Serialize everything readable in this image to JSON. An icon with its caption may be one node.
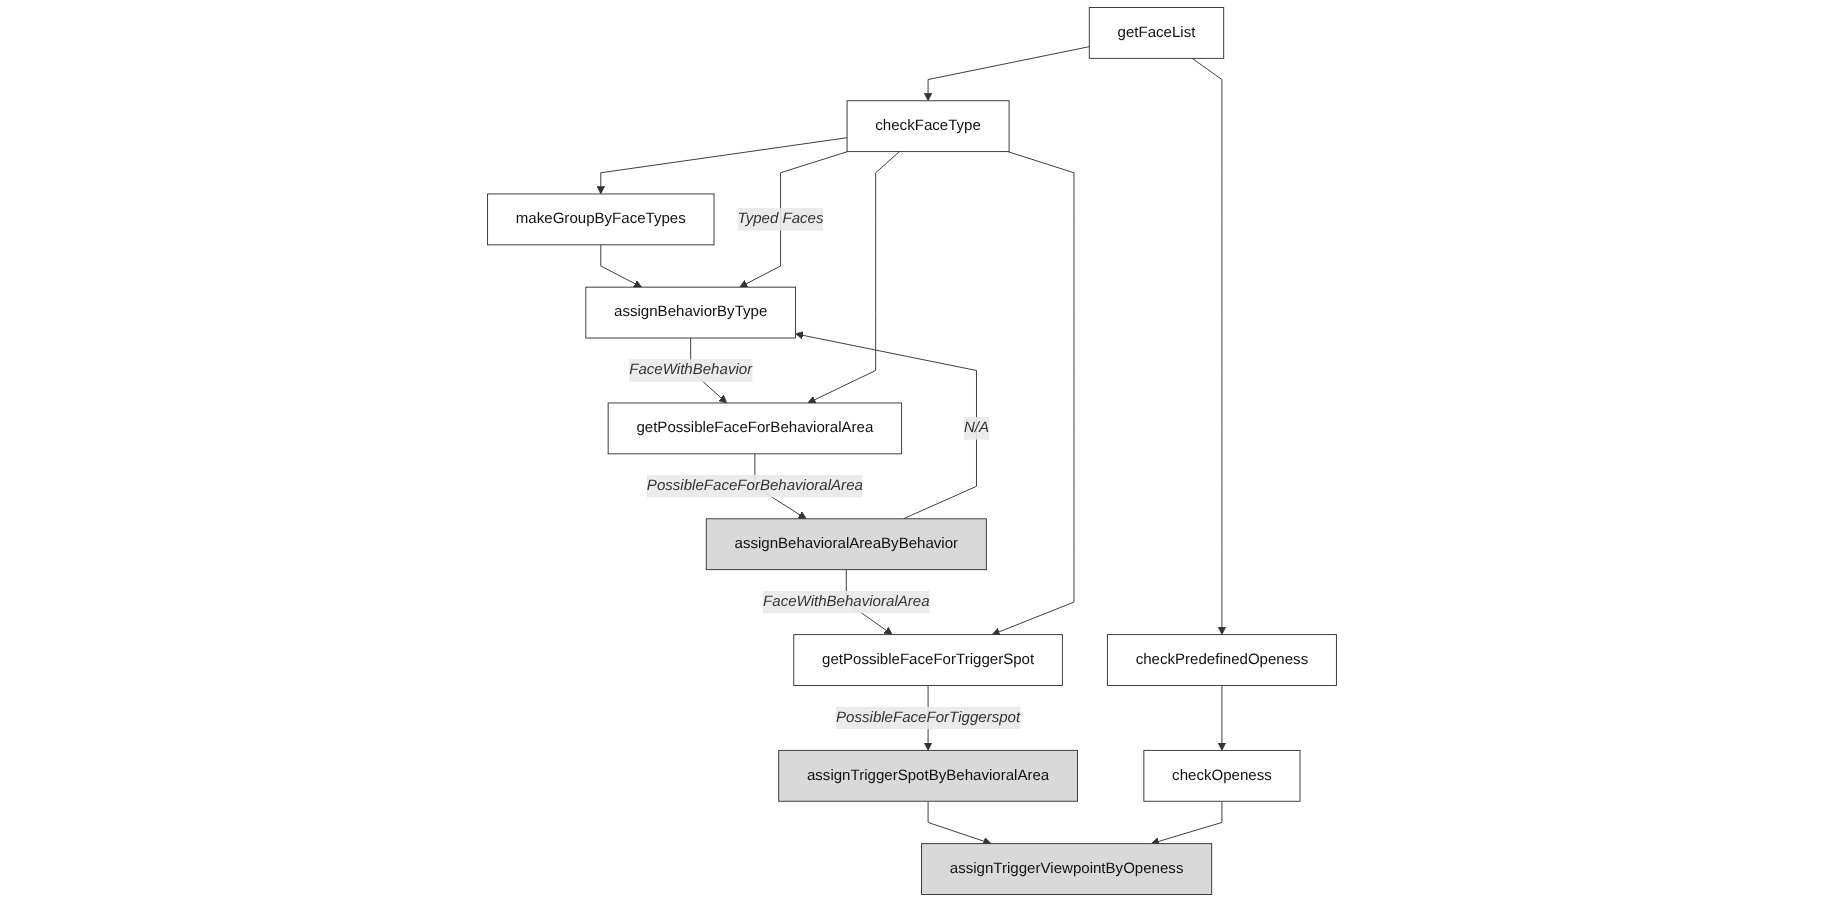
{
  "diagram": {
    "nodes": [
      {
        "text": [
          "getFaceList"
        ]
      },
      {
        "text": [
          "makeGroupByFaceTypes"
        ]
      },
      {
        "text": [
          "checkFaceType"
        ]
      },
      {
        "text": [
          "assignBehaviorByType"
        ]
      },
      {
        "text": [
          "getPossibleFaceForBehavioralArea"
        ]
      },
      {
        "text": [
          "assignBehavioralAreaByBehavior"
        ]
      },
      {
        "text": [
          "getPossibleFaceForTriggerSpot"
        ]
      },
      {
        "text": [
          "assignTriggerSpotByBehavioralArea"
        ]
      },
      {
        "text": [
          "checkPredefinedOpeness"
        ]
      },
      {
        "text": [
          "checkOpeness"
        ]
      },
      {
        "text": [
          "assignTriggerViewpointByOpeness"
        ]
      }
    ],
    "edges": [
      {
        "from": 0,
        "to": 2,
        "arrow": "to"
      },
      {
        "from": 0,
        "to": 8,
        "arrow": "to"
      },
      {
        "from": 2,
        "to": 1,
        "arrow": "to"
      },
      {
        "from": 1,
        "to": 3,
        "arrow": "to"
      },
      {
        "from": 2,
        "to": 3,
        "arrow": "to",
        "label": "Typed Faces"
      },
      {
        "from": 3,
        "to": 4,
        "arrow": "to",
        "label": "FaceWithBehavior"
      },
      {
        "from": 2,
        "to": 4,
        "arrow": "to"
      },
      {
        "from": 4,
        "to": 5,
        "arrow": "to",
        "label": "PossibleFaceForBehavioralArea"
      },
      {
        "from": 5,
        "to": 3,
        "arrow": "to",
        "label": "N/A"
      },
      {
        "from": 5,
        "to": 6,
        "arrow": "to",
        "label": "FaceWithBehavioralArea"
      },
      {
        "from": 2,
        "to": 6,
        "arrow": "to"
      },
      {
        "from": 6,
        "to": 7,
        "arrow": "to",
        "label": "PossibleFaceForTiggerspot"
      },
      {
        "from": 7,
        "to": 10,
        "arrow": "to"
      },
      {
        "from": 8,
        "to": 9,
        "arrow": "to"
      },
      {
        "from": 9,
        "to": 10,
        "arrow": "to"
      }
    ]
  }
}
